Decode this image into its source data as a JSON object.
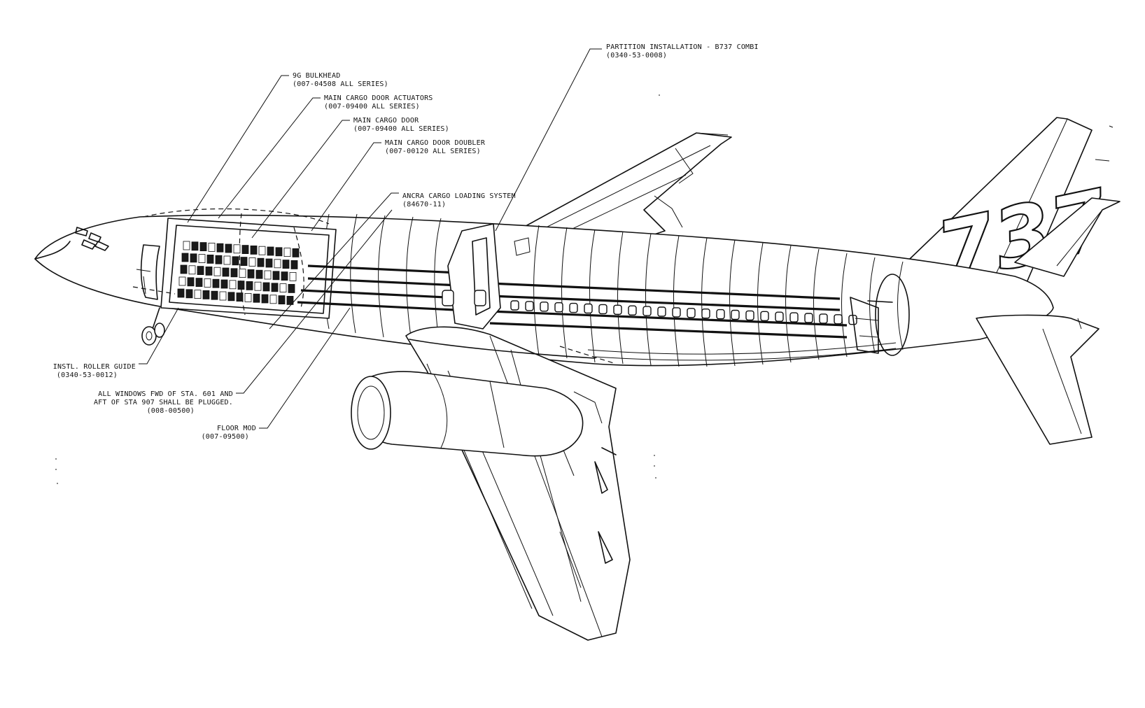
{
  "diagram": {
    "tail_logo": "737",
    "callouts": [
      {
        "id": "partition",
        "lines": [
          "PARTITION INSTALLATION - B737 COMBI",
          "(0340-53-0008)"
        ]
      },
      {
        "id": "bulkhead",
        "lines": [
          "9G BULKHEAD",
          "(007-04508 ALL SERIES)"
        ]
      },
      {
        "id": "door-actuators",
        "lines": [
          "MAIN CARGO DOOR ACTUATORS",
          "(007-09400 ALL SERIES)"
        ]
      },
      {
        "id": "cargo-door",
        "lines": [
          "MAIN CARGO DOOR",
          "(007-09400 ALL SERIES)"
        ]
      },
      {
        "id": "door-doubler",
        "lines": [
          "MAIN CARGO DOOR DOUBLER",
          "(007-00120 ALL SERIES)"
        ]
      },
      {
        "id": "ancra",
        "lines": [
          "ANCRA CARGO LOADING SYSTEM",
          "(84670-11)"
        ]
      },
      {
        "id": "roller-guide",
        "lines": [
          "INSTL. ROLLER GUIDE",
          "(0340-53-0012)"
        ]
      },
      {
        "id": "windows",
        "lines": [
          "ALL WINDOWS FWD  OF STA. 601 AND",
          "AFT OF STA 907 SHALL BE PLUGGED.",
          "(008-00500)"
        ]
      },
      {
        "id": "floor-mod",
        "lines": [
          "FLOOR MOD",
          "(007-09500)"
        ]
      }
    ]
  }
}
